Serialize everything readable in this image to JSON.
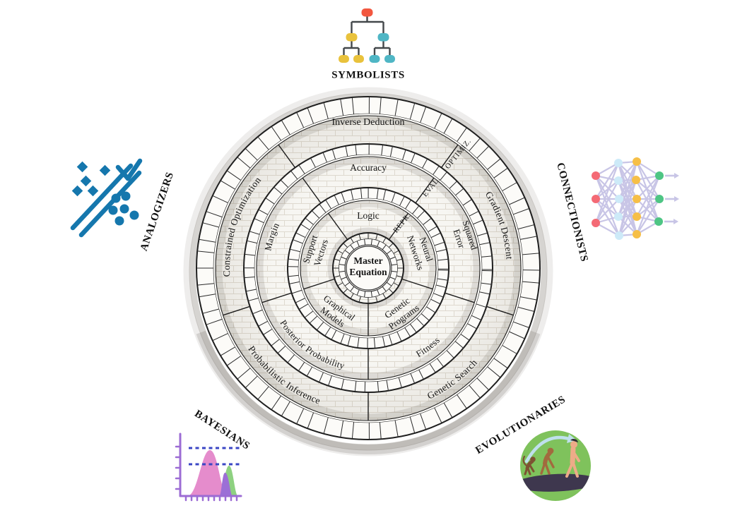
{
  "diagram": {
    "center_label": "Master Equation",
    "ring_labels": [
      {
        "id": "representation",
        "label": "REPR.",
        "position": "inner"
      },
      {
        "id": "evaluation",
        "label": "EVAL.",
        "position": "middle"
      },
      {
        "id": "optimization",
        "label": "OPTIMIZ.",
        "position": "outer"
      }
    ],
    "tribes": [
      {
        "id": "symbolists",
        "name": "SYMBOLISTS",
        "placement": "top",
        "icon": "decision-tree-icon",
        "representation": "Logic",
        "evaluation": "Accuracy",
        "optimization": "Inverse Deduction"
      },
      {
        "id": "connectionists",
        "name": "CONNECTIONISTS",
        "placement": "right",
        "icon": "neural-network-icon",
        "representation": "Neural Networks",
        "evaluation": "Squared Error",
        "optimization": "Gradient Descent"
      },
      {
        "id": "evolutionaries",
        "name": "EVOLUTIONARIES",
        "placement": "bottom-right",
        "icon": "evolution-march-icon",
        "representation": "Genetic Programs",
        "evaluation": "Fitness",
        "optimization": "Genetic Search"
      },
      {
        "id": "bayesians",
        "name": "BAYESIANS",
        "placement": "bottom-left",
        "icon": "probability-distributions-icon",
        "representation": "Graphical Models",
        "evaluation": "Posterior Probability",
        "optimization": "Probabilistic Inference"
      },
      {
        "id": "analogizers",
        "name": "ANALOGIZERS",
        "placement": "left",
        "icon": "nearest-neighbor-icon",
        "representation": "Support Vectors",
        "evaluation": "Margin",
        "optimization": "Constrained Optimization"
      }
    ],
    "colors": {
      "ink": "#1c1c1c",
      "tree_root": "#f2573f",
      "tree_yellow": "#e9c23c",
      "tree_teal": "#4fb6c5",
      "tree_line": "#43484b",
      "nn_input": "#f46a75",
      "nn_hidden1": "#cdeaf8",
      "nn_hidden2": "#f6bf47",
      "nn_output": "#4ec584",
      "nn_links": "#c8c5e6",
      "analogizer_blue": "#1577ad",
      "bayes_axis": "#9c6cd4",
      "bayes_pink": "#e27fc6",
      "bayes_green": "#8ed181",
      "bayes_overlap": "#9c6fd6",
      "bayes_dash": "#3a46c4",
      "evo_circle": "#7fc25c",
      "evo_ground": "#3e374e",
      "evo_arrow": "#bfe0ec",
      "evo_monkey": "#7d5232",
      "evo_ape": "#a26a3e",
      "evo_skin": "#edab88",
      "evo_hair": "#2f2b33"
    }
  }
}
